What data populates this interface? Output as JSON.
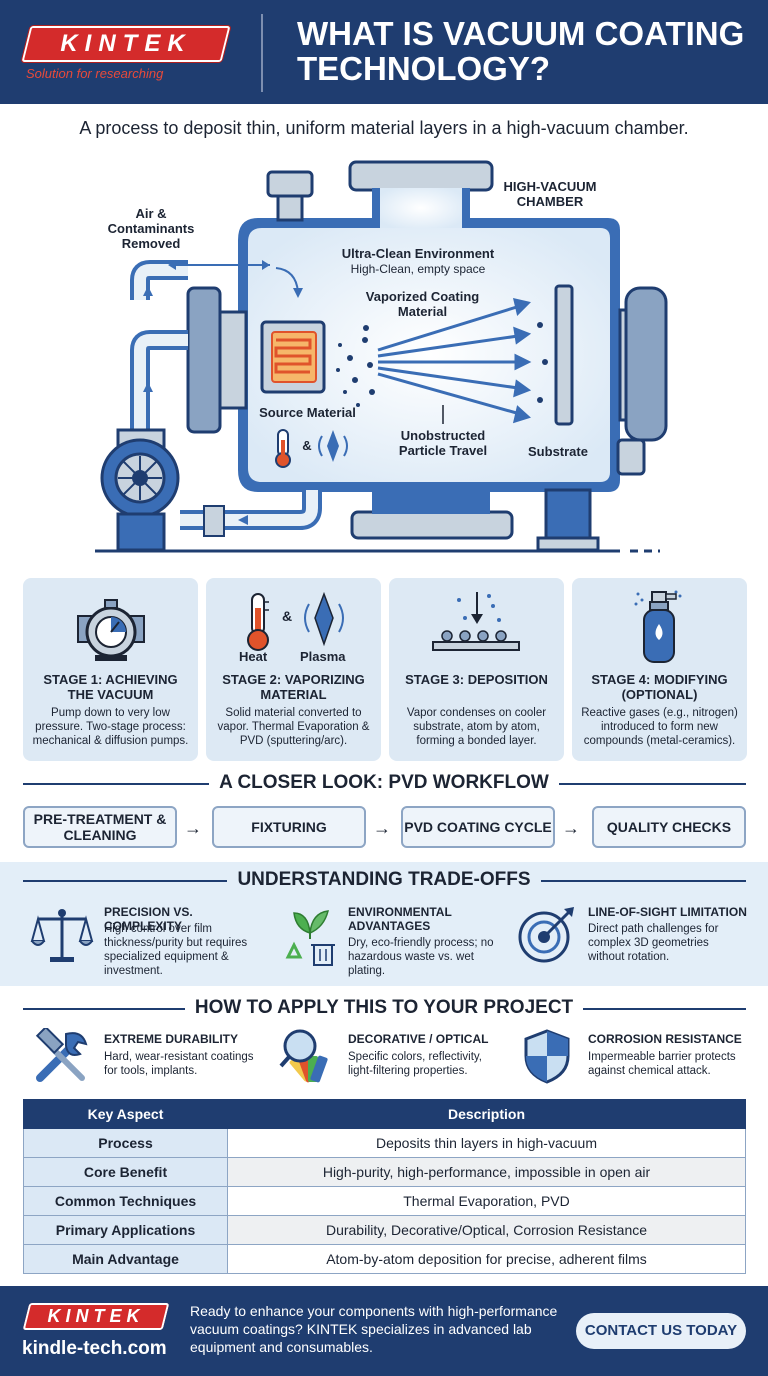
{
  "header": {
    "logo_text": "KINTEK",
    "tagline": "Solution for researching",
    "title": "WHAT IS VACUUM COATING TECHNOLOGY?"
  },
  "subtitle": "A process to deposit thin, uniform material layers in a high-vacuum chamber.",
  "diagram": {
    "chamber_label": "HIGH-VACUUM CHAMBER",
    "air_label": "Air & Contaminants Removed",
    "ultra_clean_title": "Ultra-Clean Environment",
    "ultra_clean_sub": "High-Clean, empty space",
    "vapor_label": "Vaporized Coating Material",
    "source_label": "Source Material",
    "amp": "&",
    "particle_label": "Unobstructed Particle Travel",
    "substrate_label": "Substrate"
  },
  "stages": [
    {
      "title": "STAGE 1: ACHIEVING THE VACUUM",
      "desc": "Pump down to very low pressure. Two-stage process: mechanical & diffusion pumps."
    },
    {
      "title": "STAGE 2: VAPORIZING MATERIAL",
      "desc": "Solid material converted to vapor. Thermal Evaporation & PVD (sputtering/arc).",
      "heat": "Heat",
      "plasma": "Plasma",
      "amp": "&"
    },
    {
      "title": "STAGE 3: DEPOSITION",
      "desc": "Vapor condenses on cooler substrate, atom by atom, forming a bonded layer."
    },
    {
      "title": "STAGE 4: MODIFYING (OPTIONAL)",
      "desc": "Reactive gases (e.g., nitrogen) introduced to form new compounds (metal-ceramics)."
    }
  ],
  "workflow": {
    "heading": "A CLOSER LOOK: PVD WORKFLOW",
    "steps": [
      "PRE-TREATMENT & CLEANING",
      "FIXTURING",
      "PVD COATING CYCLE",
      "QUALITY CHECKS"
    ],
    "arrow": "→"
  },
  "tradeoffs": {
    "heading": "UNDERSTANDING TRADE-OFFS",
    "items": [
      {
        "title": "PRECISION VS. COMPLEXITY",
        "desc": "High control over film thickness/purity but requires specialized equipment & investment."
      },
      {
        "title": "ENVIRONMENTAL ADVANTAGES",
        "desc": "Dry, eco-friendly process; no hazardous waste vs. wet plating."
      },
      {
        "title": "LINE-OF-SIGHT LIMITATION",
        "desc": "Direct path challenges for complex 3D geometries without rotation."
      }
    ]
  },
  "apply": {
    "heading": "HOW TO APPLY THIS TO YOUR PROJECT",
    "items": [
      {
        "title": "EXTREME DURABILITY",
        "desc": "Hard, wear-resistant coatings for tools, implants."
      },
      {
        "title": "DECORATIVE / OPTICAL",
        "desc": "Specific colors, reflectivity, light-filtering properties."
      },
      {
        "title": "CORROSION RESISTANCE",
        "desc": "Impermeable barrier protects against chemical attack."
      }
    ]
  },
  "table": {
    "headers": [
      "Key Aspect",
      "Description"
    ],
    "rows": [
      [
        "Process",
        "Deposits thin layers in high-vacuum"
      ],
      [
        "Core Benefit",
        "High-purity, high-performance, impossible in open air"
      ],
      [
        "Common Techniques",
        "Thermal Evaporation, PVD"
      ],
      [
        "Primary Applications",
        "Durability, Decorative/Optical, Corrosion Resistance"
      ],
      [
        "Main Advantage",
        "Atom-by-atom deposition for precise, adherent films"
      ]
    ]
  },
  "footer": {
    "logo_text": "KINTEK",
    "site": "kindle-tech.com",
    "cta_text": "Ready to enhance your components with high-performance vacuum coatings? KINTEK specializes in advanced lab equipment and consumables.",
    "button": "CONTACT US TODAY"
  },
  "colors": {
    "navy": "#1f3d70",
    "brand_red": "#d42b2b",
    "light_blue": "#dde9f4",
    "pipe_blue": "#3a6db5"
  }
}
